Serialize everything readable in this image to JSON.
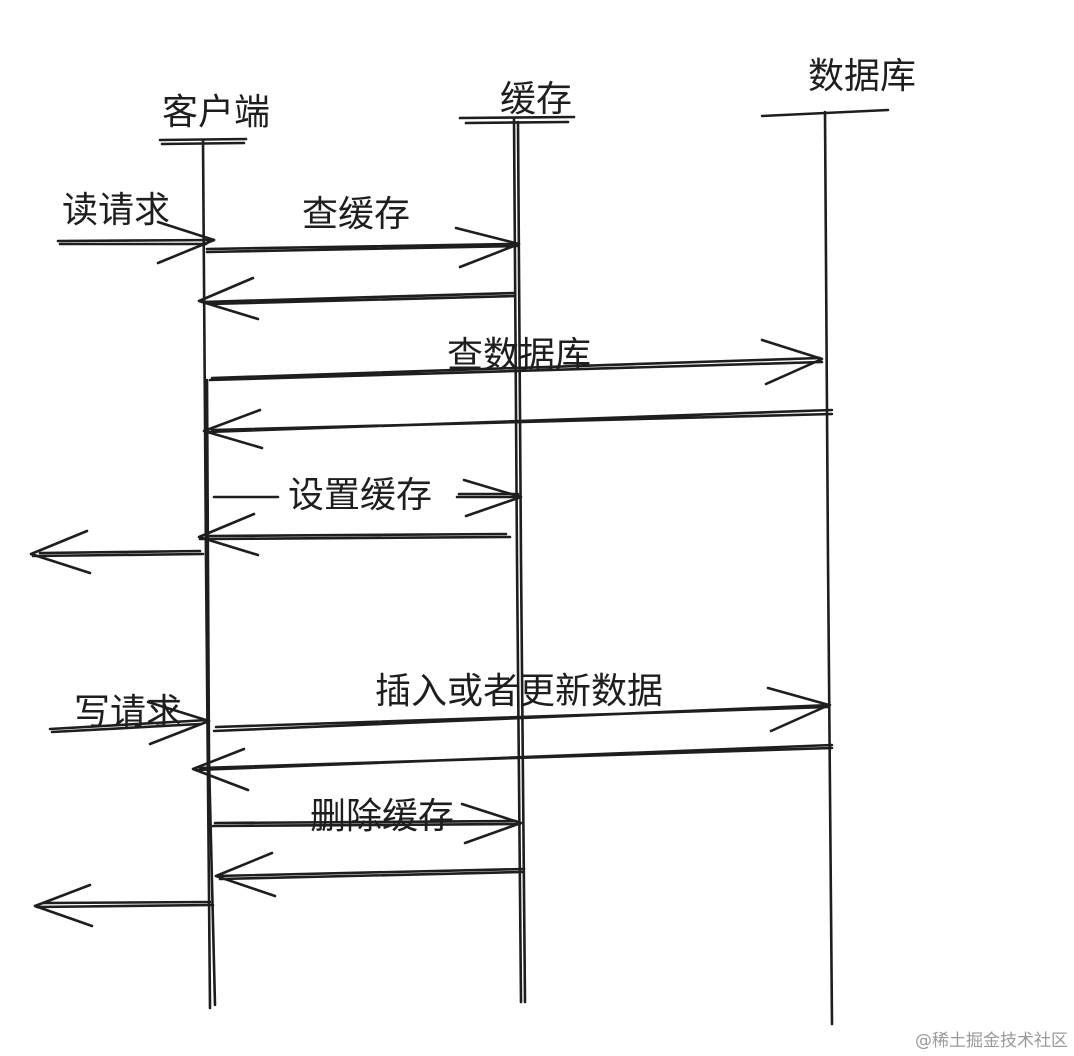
{
  "participants": {
    "client": "客户端",
    "cache": "缓存",
    "database": "数据库"
  },
  "messages": {
    "read_request": "读请求",
    "query_cache": "查缓存",
    "query_database": "查数据库",
    "set_cache": "设置缓存",
    "write_request": "写请求",
    "insert_or_update": "插入或者更新数据",
    "delete_cache": "删除缓存"
  },
  "watermark": "@稀土掘金技术社区",
  "colors": {
    "ink": "#1e1e1e",
    "watermark": "#9a9a9a",
    "background": "#ffffff"
  }
}
